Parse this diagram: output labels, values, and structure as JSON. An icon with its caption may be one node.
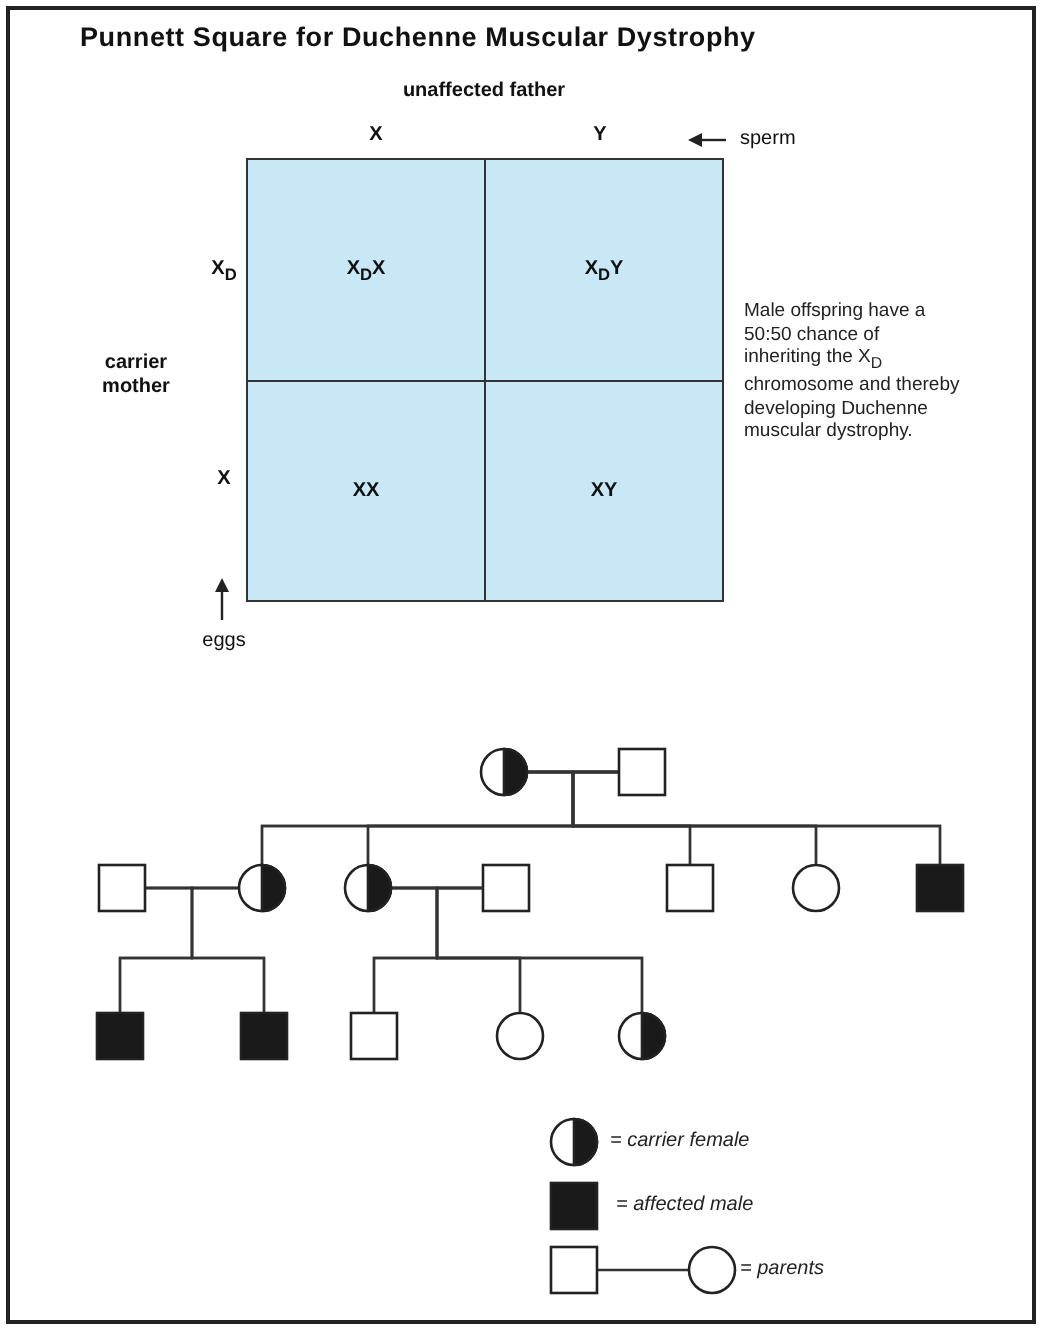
{
  "diagram": {
    "title": "Punnett Square for Duchenne Muscular Dystrophy",
    "nodes": [
      {
        "text": [
          "X$_{D}$X"
        ]
      },
      {
        "text": [
          "X$_{D}$Y"
        ]
      },
      {
        "text": [
          "XX"
        ]
      },
      {
        "text": [
          "XY"
        ]
      },
      {
        "text": [],
        "shape": "circle"
      },
      {
        "text": [],
        "shape": "box"
      },
      {
        "text": [],
        "shape": "box"
      },
      {
        "text": [],
        "shape": "circle"
      },
      {
        "text": [],
        "shape": "circle"
      },
      {
        "text": [],
        "shape": "box"
      },
      {
        "text": [],
        "shape": "box"
      },
      {
        "text": [],
        "shape": "circle"
      },
      {
        "text": [],
        "shape": "box"
      },
      {
        "text": [],
        "shape": "box"
      },
      {
        "text": [],
        "shape": "box"
      },
      {
        "text": [],
        "shape": "box"
      },
      {
        "text": [],
        "shape": "circle"
      },
      {
        "text": [],
        "shape": "circle"
      }
    ],
    "edges": [
      {
        "from": 4,
        "to": 5,
        "arrow": "none"
      },
      {
        "from": 4,
        "to": 7,
        "arrow": "none"
      },
      {
        "from": 5,
        "to": 7,
        "arrow": "none"
      },
      {
        "from": 4,
        "to": 8,
        "arrow": "none"
      },
      {
        "from": 5,
        "to": 8,
        "arrow": "none"
      },
      {
        "from": 4,
        "to": 10,
        "arrow": "none"
      },
      {
        "from": 5,
        "to": 10,
        "arrow": "none"
      },
      {
        "from": 4,
        "to": 11,
        "arrow": "none"
      },
      {
        "from": 5,
        "to": 11,
        "arrow": "none"
      },
      {
        "from": 4,
        "to": 12,
        "arrow": "none"
      },
      {
        "from": 5,
        "to": 12,
        "arrow": "none"
      },
      {
        "from": 6,
        "to": 7,
        "arrow": "none"
      },
      {
        "from": 6,
        "to": 13,
        "arrow": "none"
      },
      {
        "from": 7,
        "to": 13,
        "arrow": "none"
      },
      {
        "from": 6,
        "to": 14,
        "arrow": "none"
      },
      {
        "from": 7,
        "to": 14,
        "arrow": "none"
      },
      {
        "from": 8,
        "to": 9,
        "arrow": "none"
      },
      {
        "from": 8,
        "to": 15,
        "arrow": "none"
      },
      {
        "from": 9,
        "to": 15,
        "arrow": "none"
      },
      {
        "from": 8,
        "to": 16,
        "arrow": "none"
      },
      {
        "from": 9,
        "to": 16,
        "arrow": "none"
      },
      {
        "from": 8,
        "to": 17,
        "arrow": "none"
      },
      {
        "from": 9,
        "to": 17,
        "arrow": "none"
      }
    ],
    "labels": [
      "unaffected father",
      "X",
      "Y",
      "sperm",
      "X$_{D}$",
      "Male offspring have a 50:50 chance of inheriting the X$_{D}$ chromosome and thereby developing Duchenne muscular dystrophy.",
      "carrier mother",
      "X",
      "eggs"
    ],
    "legend": [
      {
        "text": "= carrier female"
      },
      {
        "text": "= affected male"
      },
      {
        "text": "= parents"
      }
    ]
  }
}
